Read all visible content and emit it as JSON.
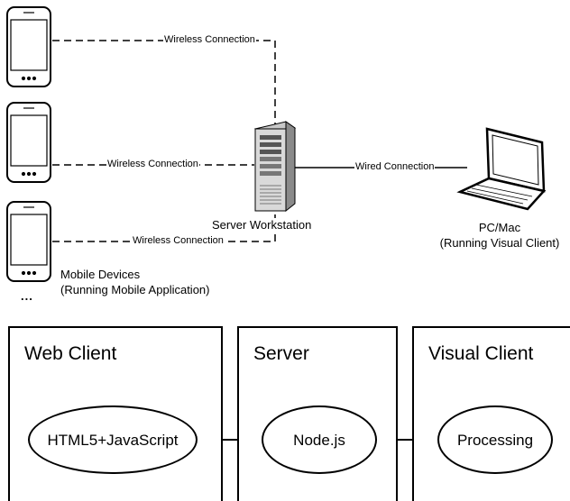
{
  "network": {
    "connections": [
      {
        "label": "Wireless Connection"
      },
      {
        "label": "Wireless Connection"
      },
      {
        "label": "Wireless Connection"
      },
      {
        "label": "Wired Connection"
      }
    ],
    "server_label": "Server Workstation",
    "pc_label_line1": "PC/Mac",
    "pc_label_line2": "(Running Visual Client)",
    "mobile_label_line1": "Mobile Devices",
    "mobile_label_line2": "(Running Mobile Application)",
    "ellipsis": "..."
  },
  "architecture": {
    "web_client": {
      "title": "Web Client",
      "component": "HTML5+JavaScript"
    },
    "server": {
      "title": "Server",
      "component": "Node.js"
    },
    "visual_client": {
      "title": "Visual Client",
      "component": "Processing"
    }
  },
  "colors": {
    "line": "#000000",
    "screen": "#ffffff",
    "server_body": "#d9d9d9"
  }
}
